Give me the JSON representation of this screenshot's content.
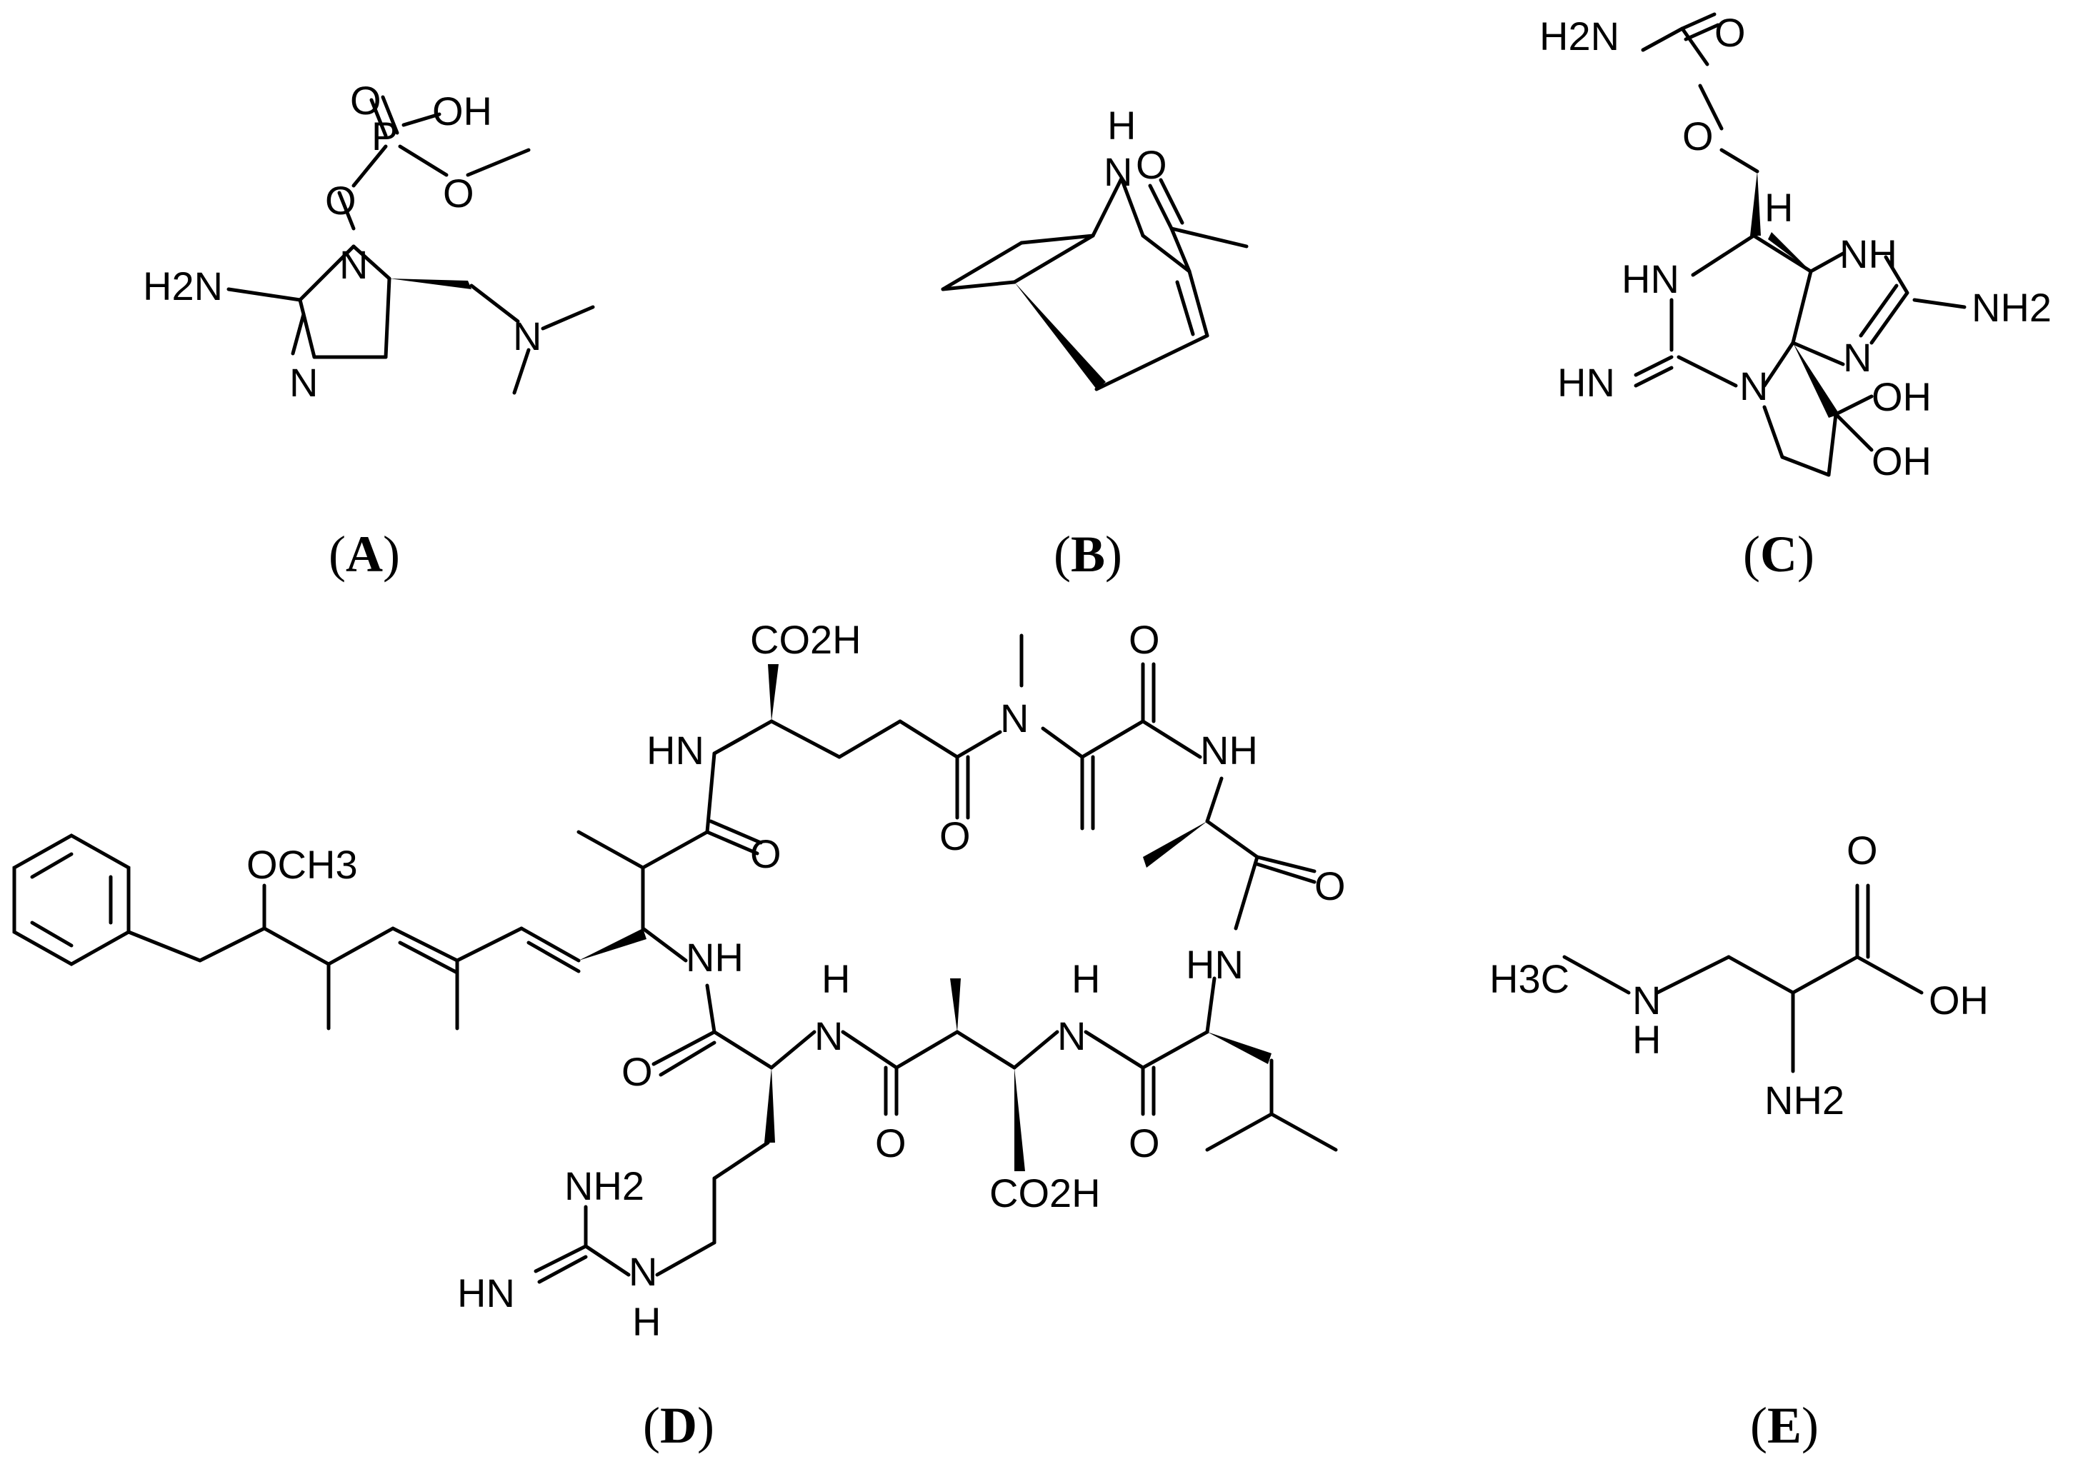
{
  "panels": [
    {
      "id": "A",
      "label": "A",
      "atoms": [
        "O",
        "OH",
        "P",
        "O",
        "O",
        "N",
        "H2N",
        "N",
        "N"
      ]
    },
    {
      "id": "B",
      "label": "B",
      "atoms": [
        "H",
        "N",
        "O"
      ]
    },
    {
      "id": "C",
      "label": "C",
      "atoms": [
        "H2N",
        "O",
        "O",
        "H",
        "NH",
        "HN",
        "NH2",
        "N",
        "HN",
        "N",
        "OH",
        "OH"
      ]
    },
    {
      "id": "D",
      "label": "D",
      "atoms": [
        "CO2H",
        "O",
        "HN",
        "N",
        "NH",
        "OCH3",
        "O",
        "O",
        "O",
        "NH",
        "H",
        "H",
        "N",
        "N",
        "HN",
        "O",
        "O",
        "O",
        "NH2",
        "CO2H",
        "HN",
        "N",
        "H"
      ]
    },
    {
      "id": "E",
      "label": "E",
      "atoms": [
        "O",
        "H3C",
        "OH",
        "N",
        "H",
        "NH2"
      ]
    }
  ]
}
